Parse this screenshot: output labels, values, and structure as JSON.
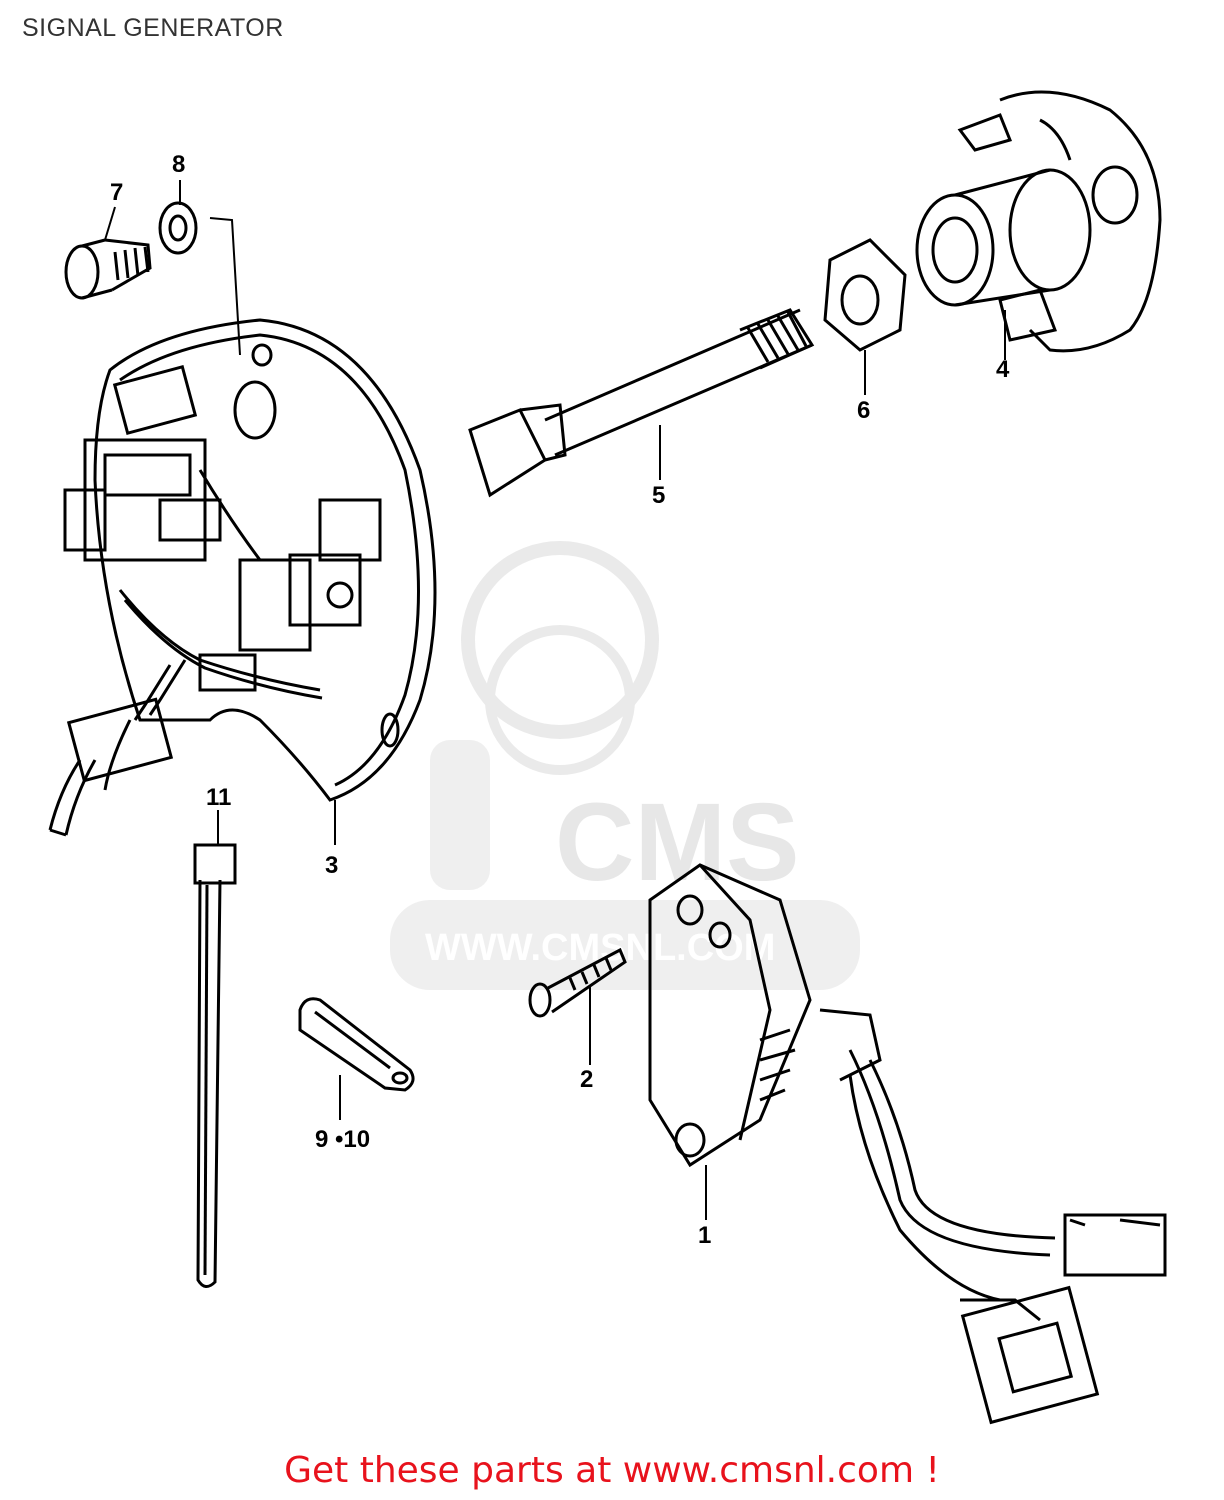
{
  "header": {
    "title": "SIGNAL GENERATOR"
  },
  "callouts": {
    "p1": "1",
    "p2": "2",
    "p3": "3",
    "p4": "4",
    "p5": "5",
    "p6": "6",
    "p7": "7",
    "p8": "8",
    "p9_10": "9 •10",
    "p11": "11"
  },
  "watermark": {
    "logo_text": "CMS",
    "url_text": "WWW.CMSNL.COM"
  },
  "footer": {
    "promo": "Get these parts at www.cmsnl.com !"
  },
  "colors": {
    "line": "#000000",
    "watermark": "#d9d9d9",
    "promo": "#e8121c"
  }
}
